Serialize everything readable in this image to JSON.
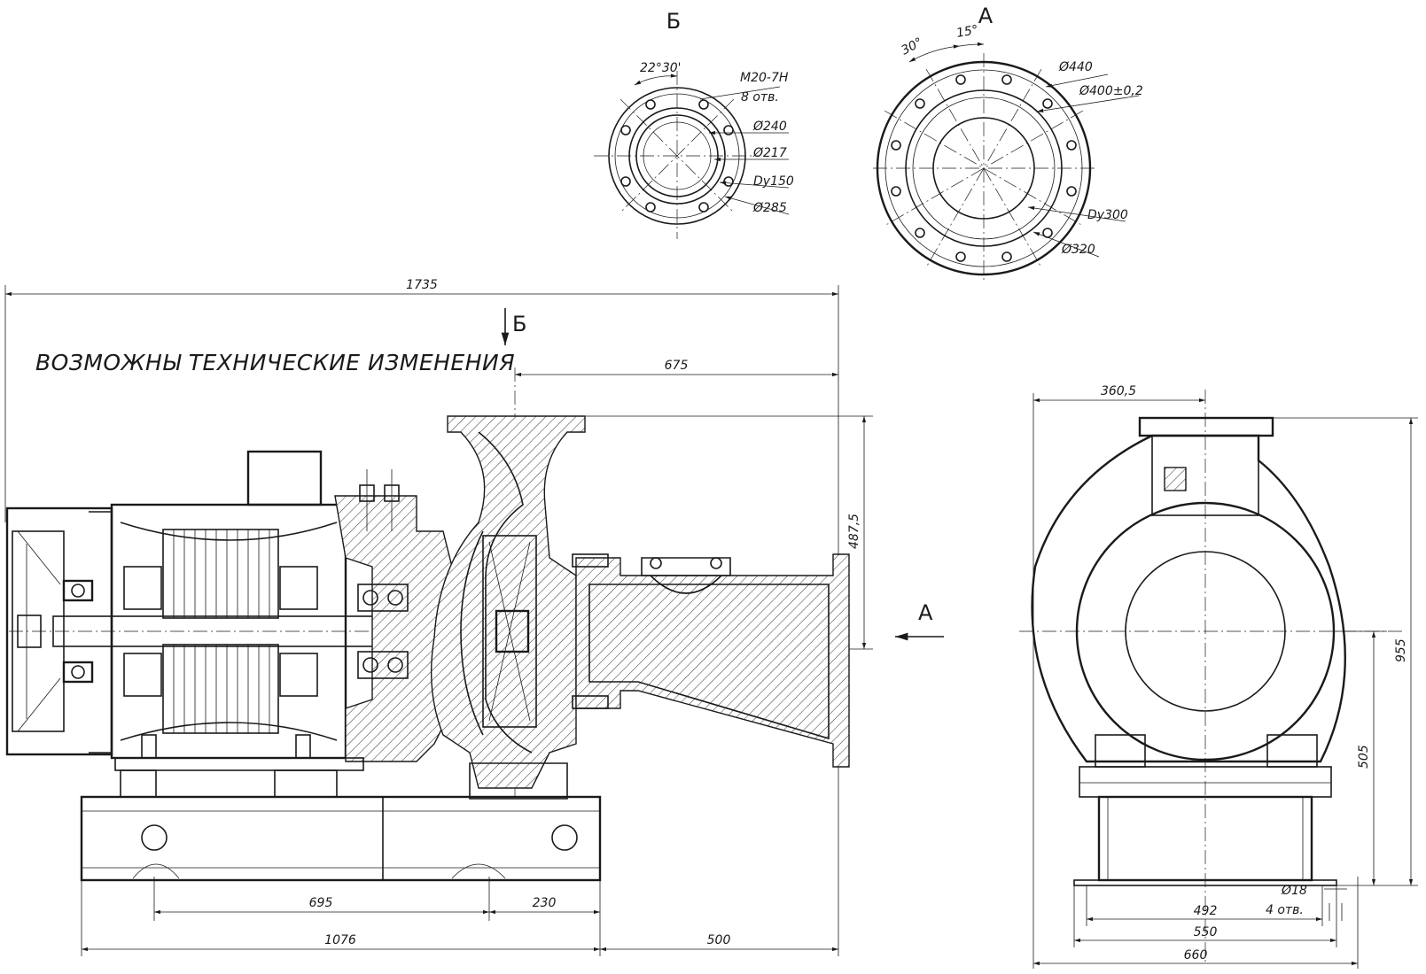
{
  "note": "ВОЗМОЖНЫ ТЕХНИЧЕСКИЕ ИЗМЕНЕНИЯ",
  "views": {
    "b": "Б",
    "a": "А"
  },
  "flange_b": {
    "angle": "22°30'",
    "thread": "M20-7H",
    "holes": "8 отв.",
    "d1": "Ø240",
    "d2": "Ø217",
    "dn": "Dy150",
    "d3": "Ø285"
  },
  "flange_a": {
    "angle1": "30°",
    "angle2": "15°",
    "d1": "Ø440",
    "d2": "Ø400±0,2",
    "dn": "Dy300",
    "d3": "Ø320"
  },
  "front": {
    "total_length": "1735",
    "suction_length": "675",
    "height": "487,5",
    "base_a": "695",
    "base_b": "230",
    "base_total": "1076",
    "overhang": "500"
  },
  "side": {
    "offset": "360,5",
    "total_height": "955",
    "axis_height": "505",
    "hole_d": "Ø18",
    "hole_n": "4 отв.",
    "w1": "492",
    "w2": "550",
    "w3": "660"
  }
}
